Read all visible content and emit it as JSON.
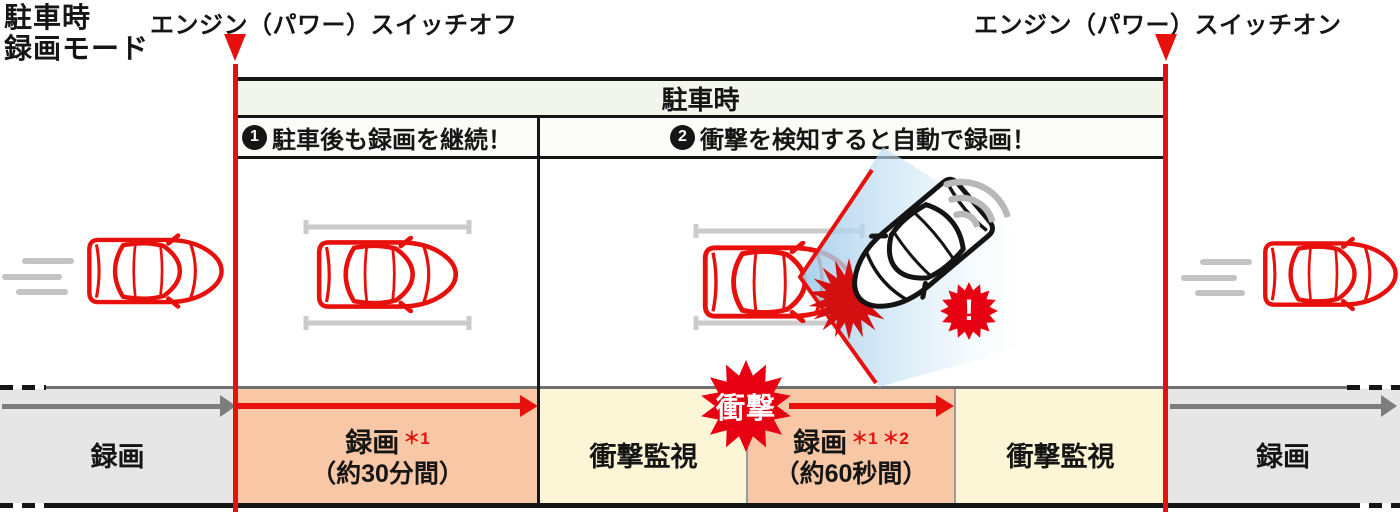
{
  "colors": {
    "accent": "#e8100c",
    "badge": "#e60012",
    "burst": "#d40f10",
    "salmon": "#f8c8a6",
    "yellow": "#fcf6d6",
    "seggray": "#e6e6e6",
    "band": "#f2f5ec",
    "row": "#fbfcf7",
    "arrowgray": "#7d7d7d",
    "ink": "#151515"
  },
  "title": {
    "line1": "駐車時",
    "line2": "録画モード"
  },
  "events": {
    "power_off": "エンジン（パワー）スイッチオフ",
    "power_on": "エンジン（パワー）スイッチオン"
  },
  "parking_box": {
    "header": "駐車時",
    "sections": [
      {
        "number": "1",
        "label": "駐車後も録画を継続！"
      },
      {
        "number": "2",
        "label": "衝撃を検知すると自動で録画！"
      }
    ]
  },
  "impact_badge": "衝撃",
  "alert_mark": "!",
  "timeline": {
    "segments": [
      {
        "label": "録画"
      },
      {
        "label": "録画",
        "note": "＊1",
        "sub": "（約30分間）"
      },
      {
        "label": "衝撃監視"
      },
      {
        "label": "録画",
        "note": "＊1 ＊2",
        "sub": "（約60秒間）"
      },
      {
        "label": "衝撃監視"
      },
      {
        "label": "録画"
      }
    ]
  }
}
